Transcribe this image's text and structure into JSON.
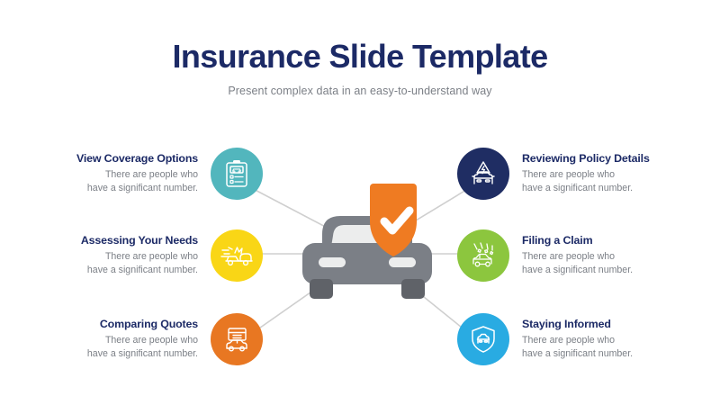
{
  "header": {
    "title": "Insurance Slide Template",
    "subtitle": "Present complex data in an easy-to-understand way",
    "title_color": "#1c2a66",
    "subtitle_color": "#7b7f86"
  },
  "theme": {
    "background": "#ffffff",
    "connector_line_color": "#cfcfcf",
    "car_body_color": "#7b7f86",
    "car_dark_color": "#5f6268",
    "car_window_color": "#eceded",
    "shield_color": "#ef7b22",
    "shield_check_color": "#ffffff",
    "icon_color": "#ffffff"
  },
  "items": [
    {
      "id": "view-coverage-options",
      "side": "left",
      "title": "View Coverage Options",
      "desc_line1": "There are people who",
      "desc_line2": "have a significant number.",
      "color": "#52b6bd",
      "icon": "clipboard-car-icon"
    },
    {
      "id": "assessing-your-needs",
      "side": "left",
      "title": "Assessing Your Needs",
      "desc_line1": "There are people who",
      "desc_line2": "have a significant number.",
      "color": "#f9d616",
      "icon": "car-collision-icon"
    },
    {
      "id": "comparing-quotes",
      "side": "left",
      "title": "Comparing Quotes",
      "desc_line1": "There are people who",
      "desc_line2": "have a significant number.",
      "color": "#e87722",
      "icon": "car-price-board-icon"
    },
    {
      "id": "reviewing-policy-details",
      "side": "right",
      "title": "Reviewing Policy Details",
      "desc_line1": "There are people who",
      "desc_line2": "have a significant number.",
      "color": "#1f2d63",
      "icon": "car-warning-icon"
    },
    {
      "id": "filing-a-claim",
      "side": "right",
      "title": "Filing a Claim",
      "desc_line1": "There are people who",
      "desc_line2": "have a significant number.",
      "color": "#8cc63e",
      "icon": "car-hail-icon"
    },
    {
      "id": "staying-informed",
      "side": "right",
      "title": "Staying Informed",
      "desc_line1": "There are people who",
      "desc_line2": "have a significant number.",
      "color": "#29abe2",
      "icon": "shield-car-icon"
    }
  ],
  "center": {
    "label": "insured-car-shield-graphic"
  }
}
